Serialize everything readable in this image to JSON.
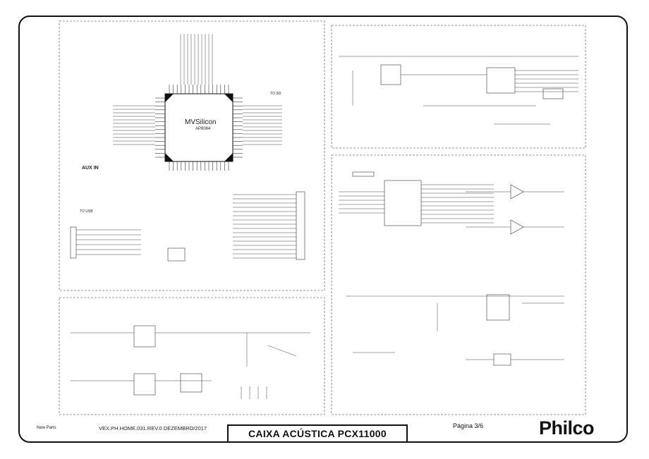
{
  "footer": {
    "left_note": "New Parts",
    "doc_code": "VEX.PH.HOME.031.REV.0   DEZEMBRO/2017",
    "title": "CAIXA ACÚSTICA PCX11000",
    "page": "Página 3/6",
    "brand": "Philco"
  },
  "schematic": {
    "main_ic_name": "MVSilicon",
    "main_ic_part": "AP8064",
    "aux_in_label": "AUX IN",
    "to_usb_label": "TO USB",
    "to_sd_label": "TO SD"
  }
}
